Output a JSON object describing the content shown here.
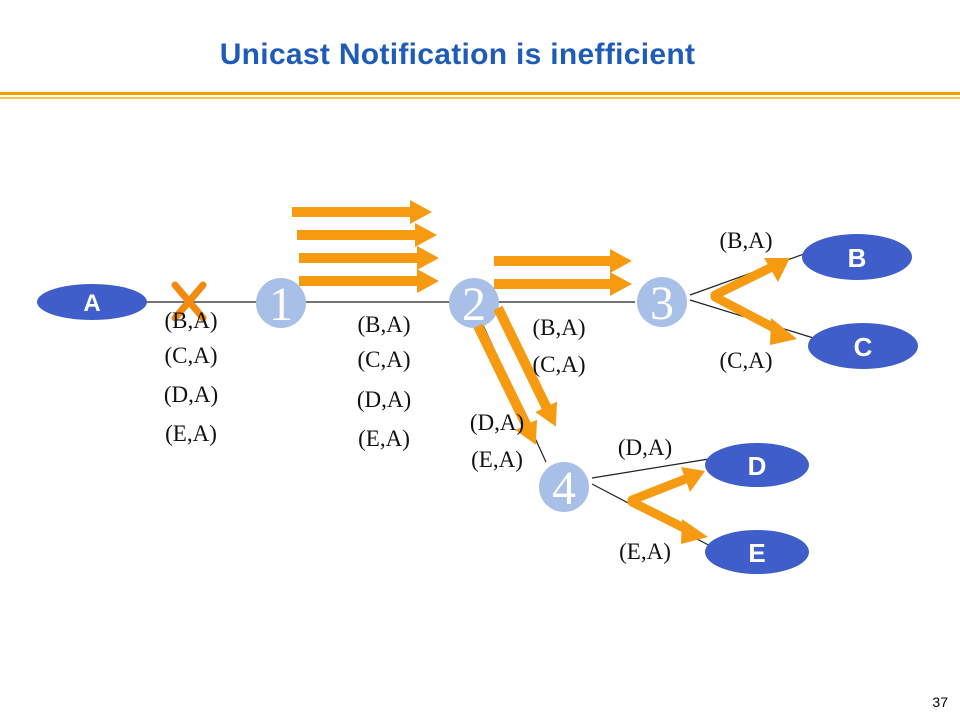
{
  "title": "Unicast Notification is inefficient",
  "page_number": "37",
  "colors": {
    "title": "#1f5cb8",
    "node_fill": "#3f5ec9",
    "router_fill": "#a8bfe8",
    "arrow": "#f59a11",
    "rule": "#f0a200"
  },
  "hosts": {
    "A": "A",
    "B": "B",
    "C": "C",
    "D": "D",
    "E": "E"
  },
  "routers": {
    "r1": "1",
    "r2": "2",
    "r3": "3",
    "r4": "4"
  },
  "labels": {
    "linkA1": [
      "(B,A)",
      "(C,A)",
      "(D,A)",
      "(E,A)"
    ],
    "link12": [
      "(B,A)",
      "(C,A)",
      "(D,A)",
      "(E,A)"
    ],
    "link23": [
      "(B,A)",
      "(C,A)"
    ],
    "link24": [
      "(D,A)",
      "(E,A)"
    ],
    "link3B": "(B,A)",
    "link3C": "(C,A)",
    "link4D": "(D,A)",
    "link4E": "(E,A)"
  }
}
